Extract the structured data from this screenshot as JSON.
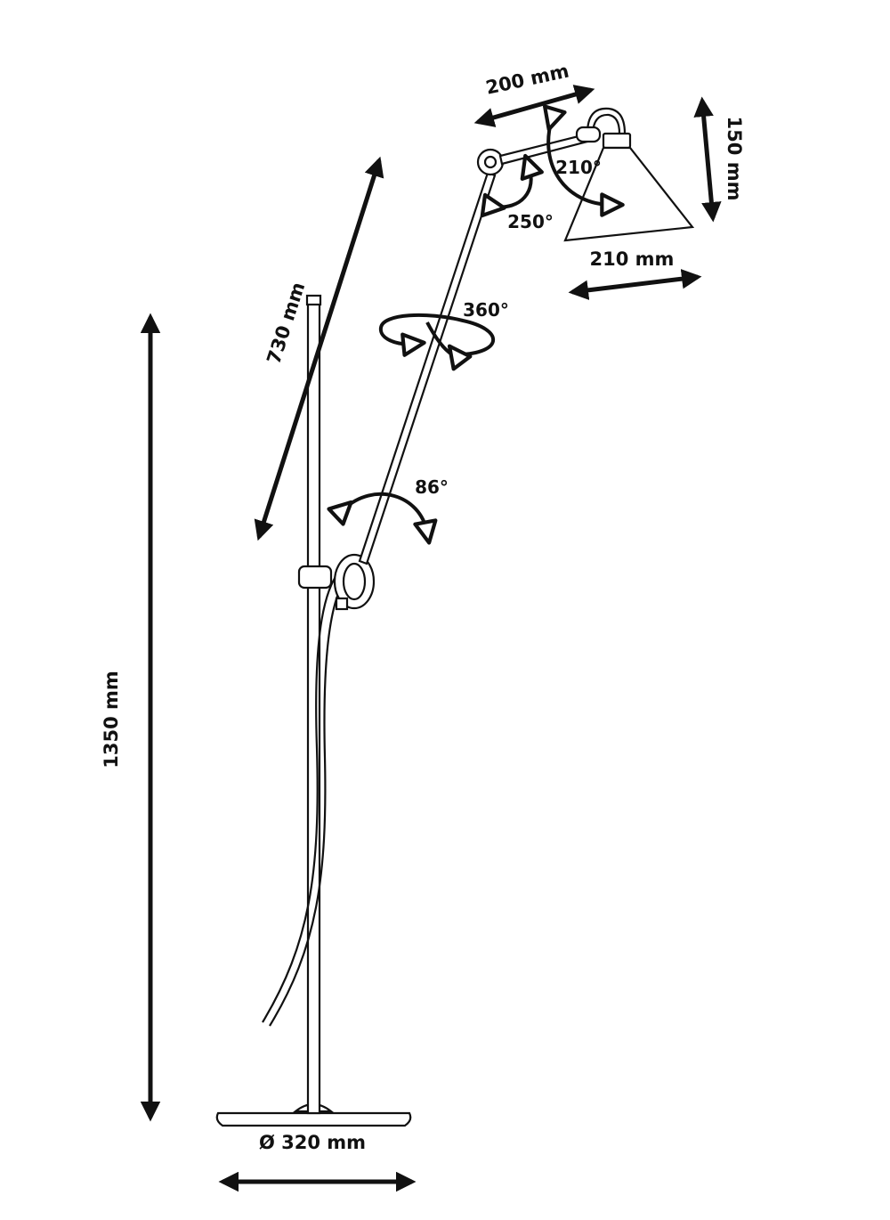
{
  "dimensions": {
    "total_height": "1350 mm",
    "base_diameter": "Ø 320 mm",
    "lower_arm_length": "730 mm",
    "upper_arm_length": "200 mm",
    "shade_height": "150 mm",
    "shade_diameter": "210 mm"
  },
  "angles": {
    "arm_rotation": "360°",
    "elbow_tilt": "86°",
    "upper_joint": "250°",
    "shade_tilt": "210°"
  },
  "colors": {
    "ink": "#111111",
    "background": "#ffffff"
  }
}
